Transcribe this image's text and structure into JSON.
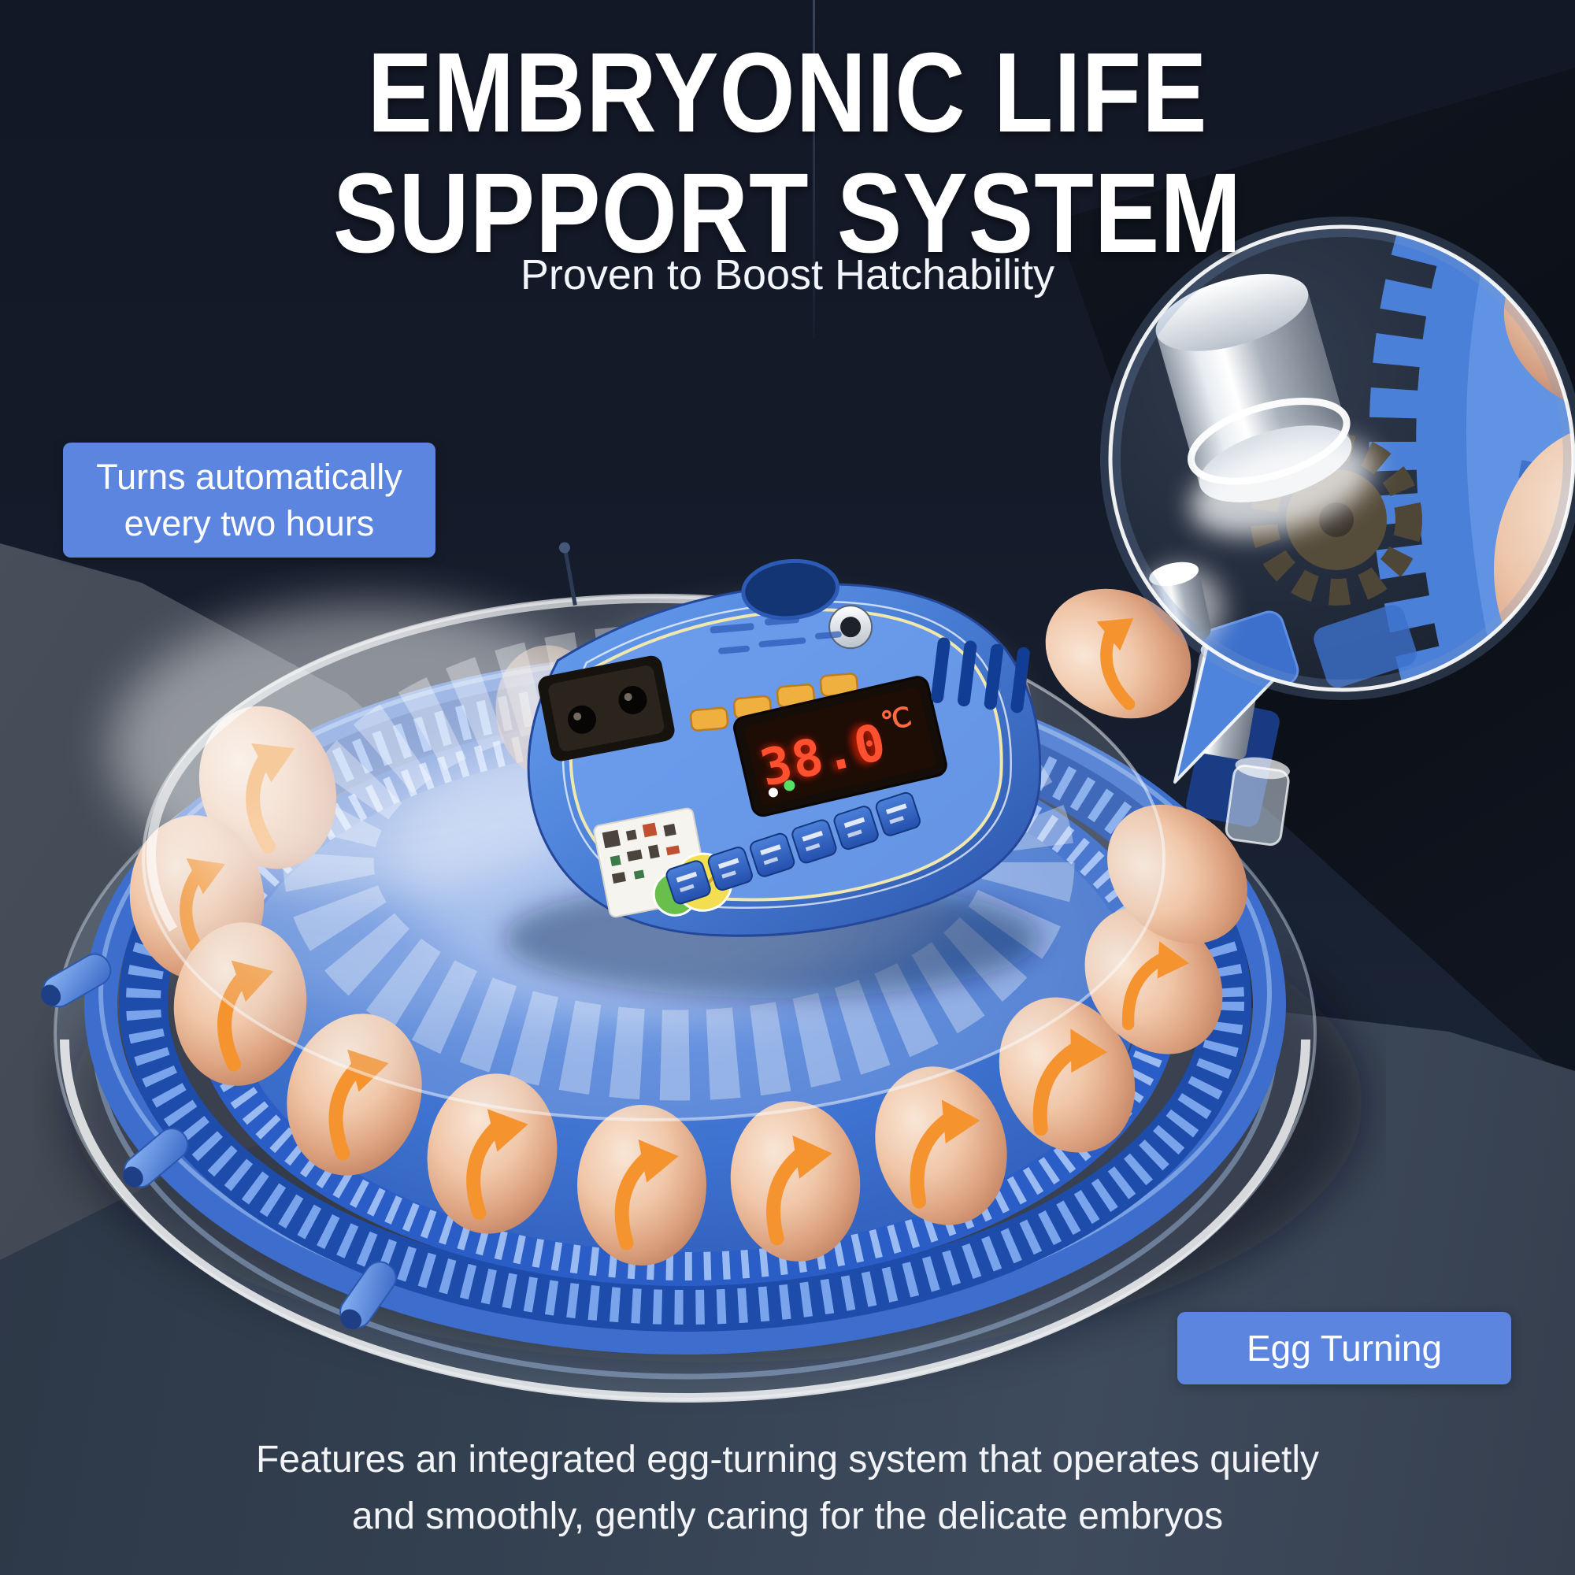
{
  "header": {
    "title_line1": "EMBRYONIC LIFE",
    "title_line2": "SUPPORT SYSTEM",
    "subtitle": "Proven to Boost Hatchability"
  },
  "callouts": {
    "auto_turn_line1": "Turns automatically",
    "auto_turn_line2": "every two hours",
    "egg_turning": "Egg Turning"
  },
  "footer": {
    "line1": "Features an integrated egg-turning system that operates quietly",
    "line2": "and smoothly, gently caring for the delicate embryos"
  },
  "device": {
    "display_reading": "38.0",
    "display_unit": "℃",
    "eggs_visible": 15
  },
  "colors": {
    "callout_blue": "#5b85de",
    "device_body_blue": "#4a7fd6",
    "device_deep_blue": "#2c56ac",
    "tray_blue": "#3e72d0",
    "gear_teeth_light": "#7ea9ee",
    "arrow_orange": "#f5932f",
    "egg_tan": "#f0c6a8",
    "led_red": "#ff5030",
    "panel_trim_yellow": "#f0e8ae",
    "button_yellow": "#f0b040",
    "logo_green": "#68bf4c",
    "logo_yellow": "#f2de50",
    "background_navy": "#141a28",
    "wall_slate": "#3f4651",
    "floor_slate": "#334050"
  }
}
